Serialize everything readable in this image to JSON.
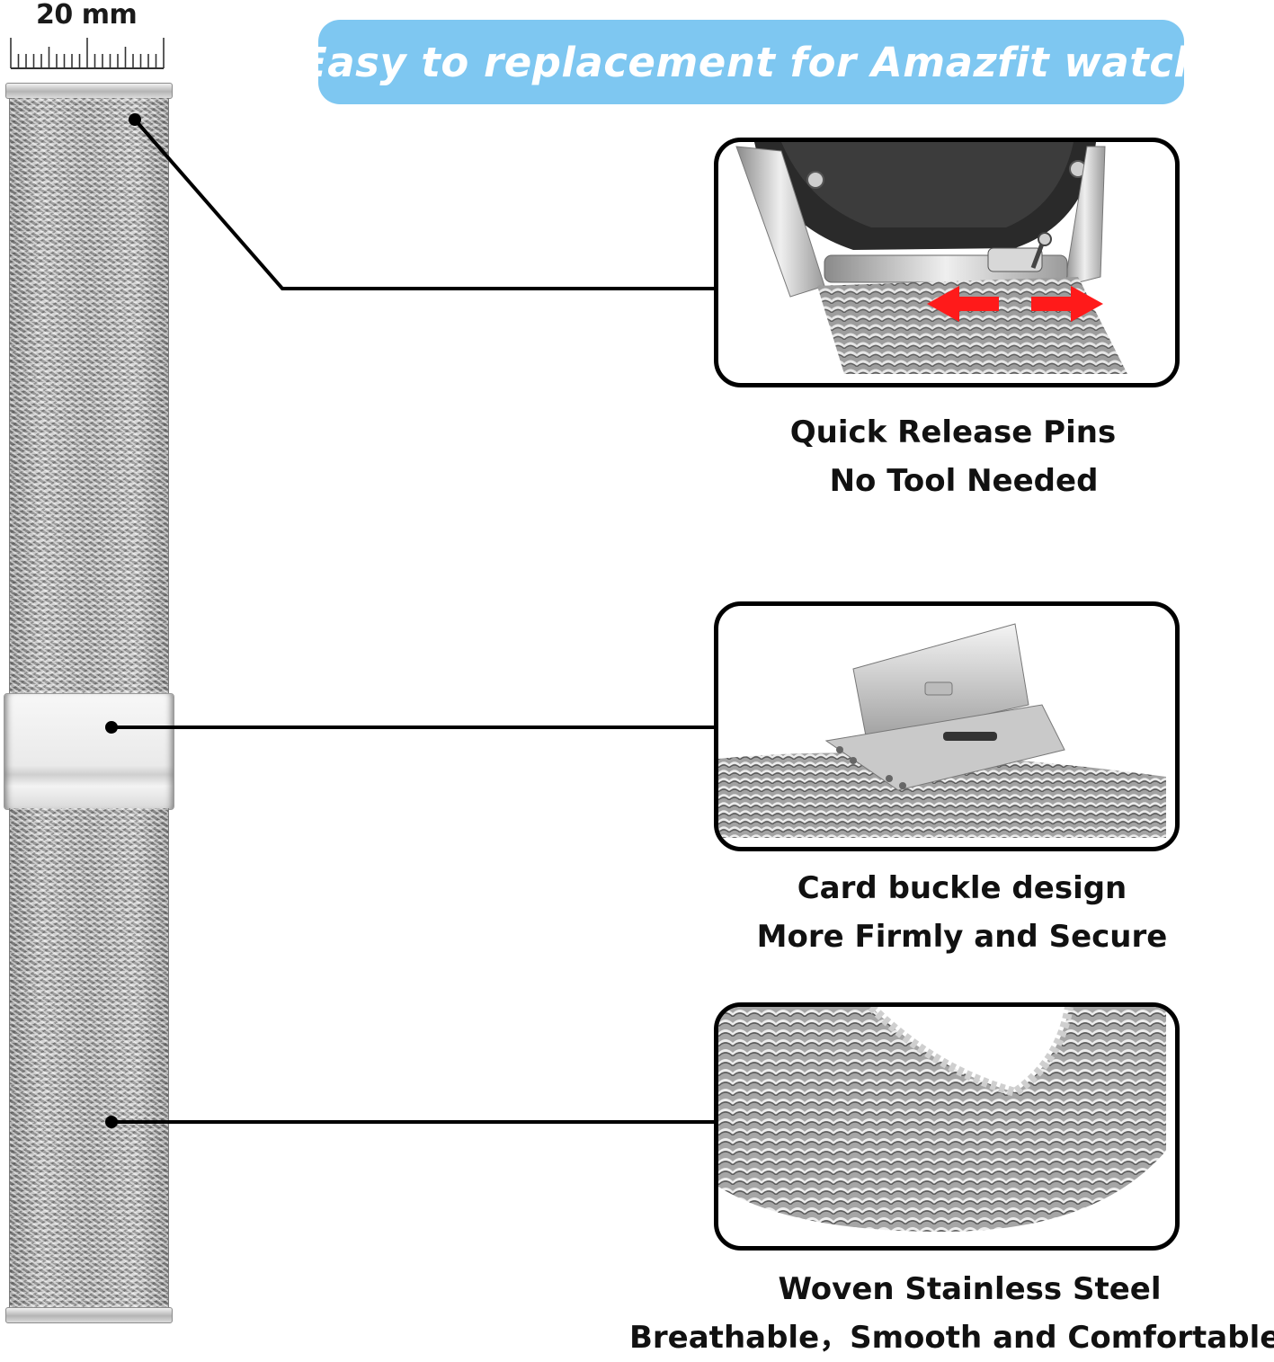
{
  "ruler": {
    "label": "20 mm"
  },
  "banner": {
    "text": "Easy to replacement for Amazfit watch"
  },
  "features": [
    {
      "line1": "Quick Release Pins",
      "line2": "No Tool Needed"
    },
    {
      "line1": "Card buckle design",
      "line2": "More Firmly and Secure"
    },
    {
      "line1": "Woven Stainless Steel",
      "line2": "Breathable，Smooth and Comfortable"
    }
  ],
  "colors": {
    "banner": "#7ec7f1",
    "arrow": "#ff1a1a",
    "steel": "#a7a7a7"
  }
}
